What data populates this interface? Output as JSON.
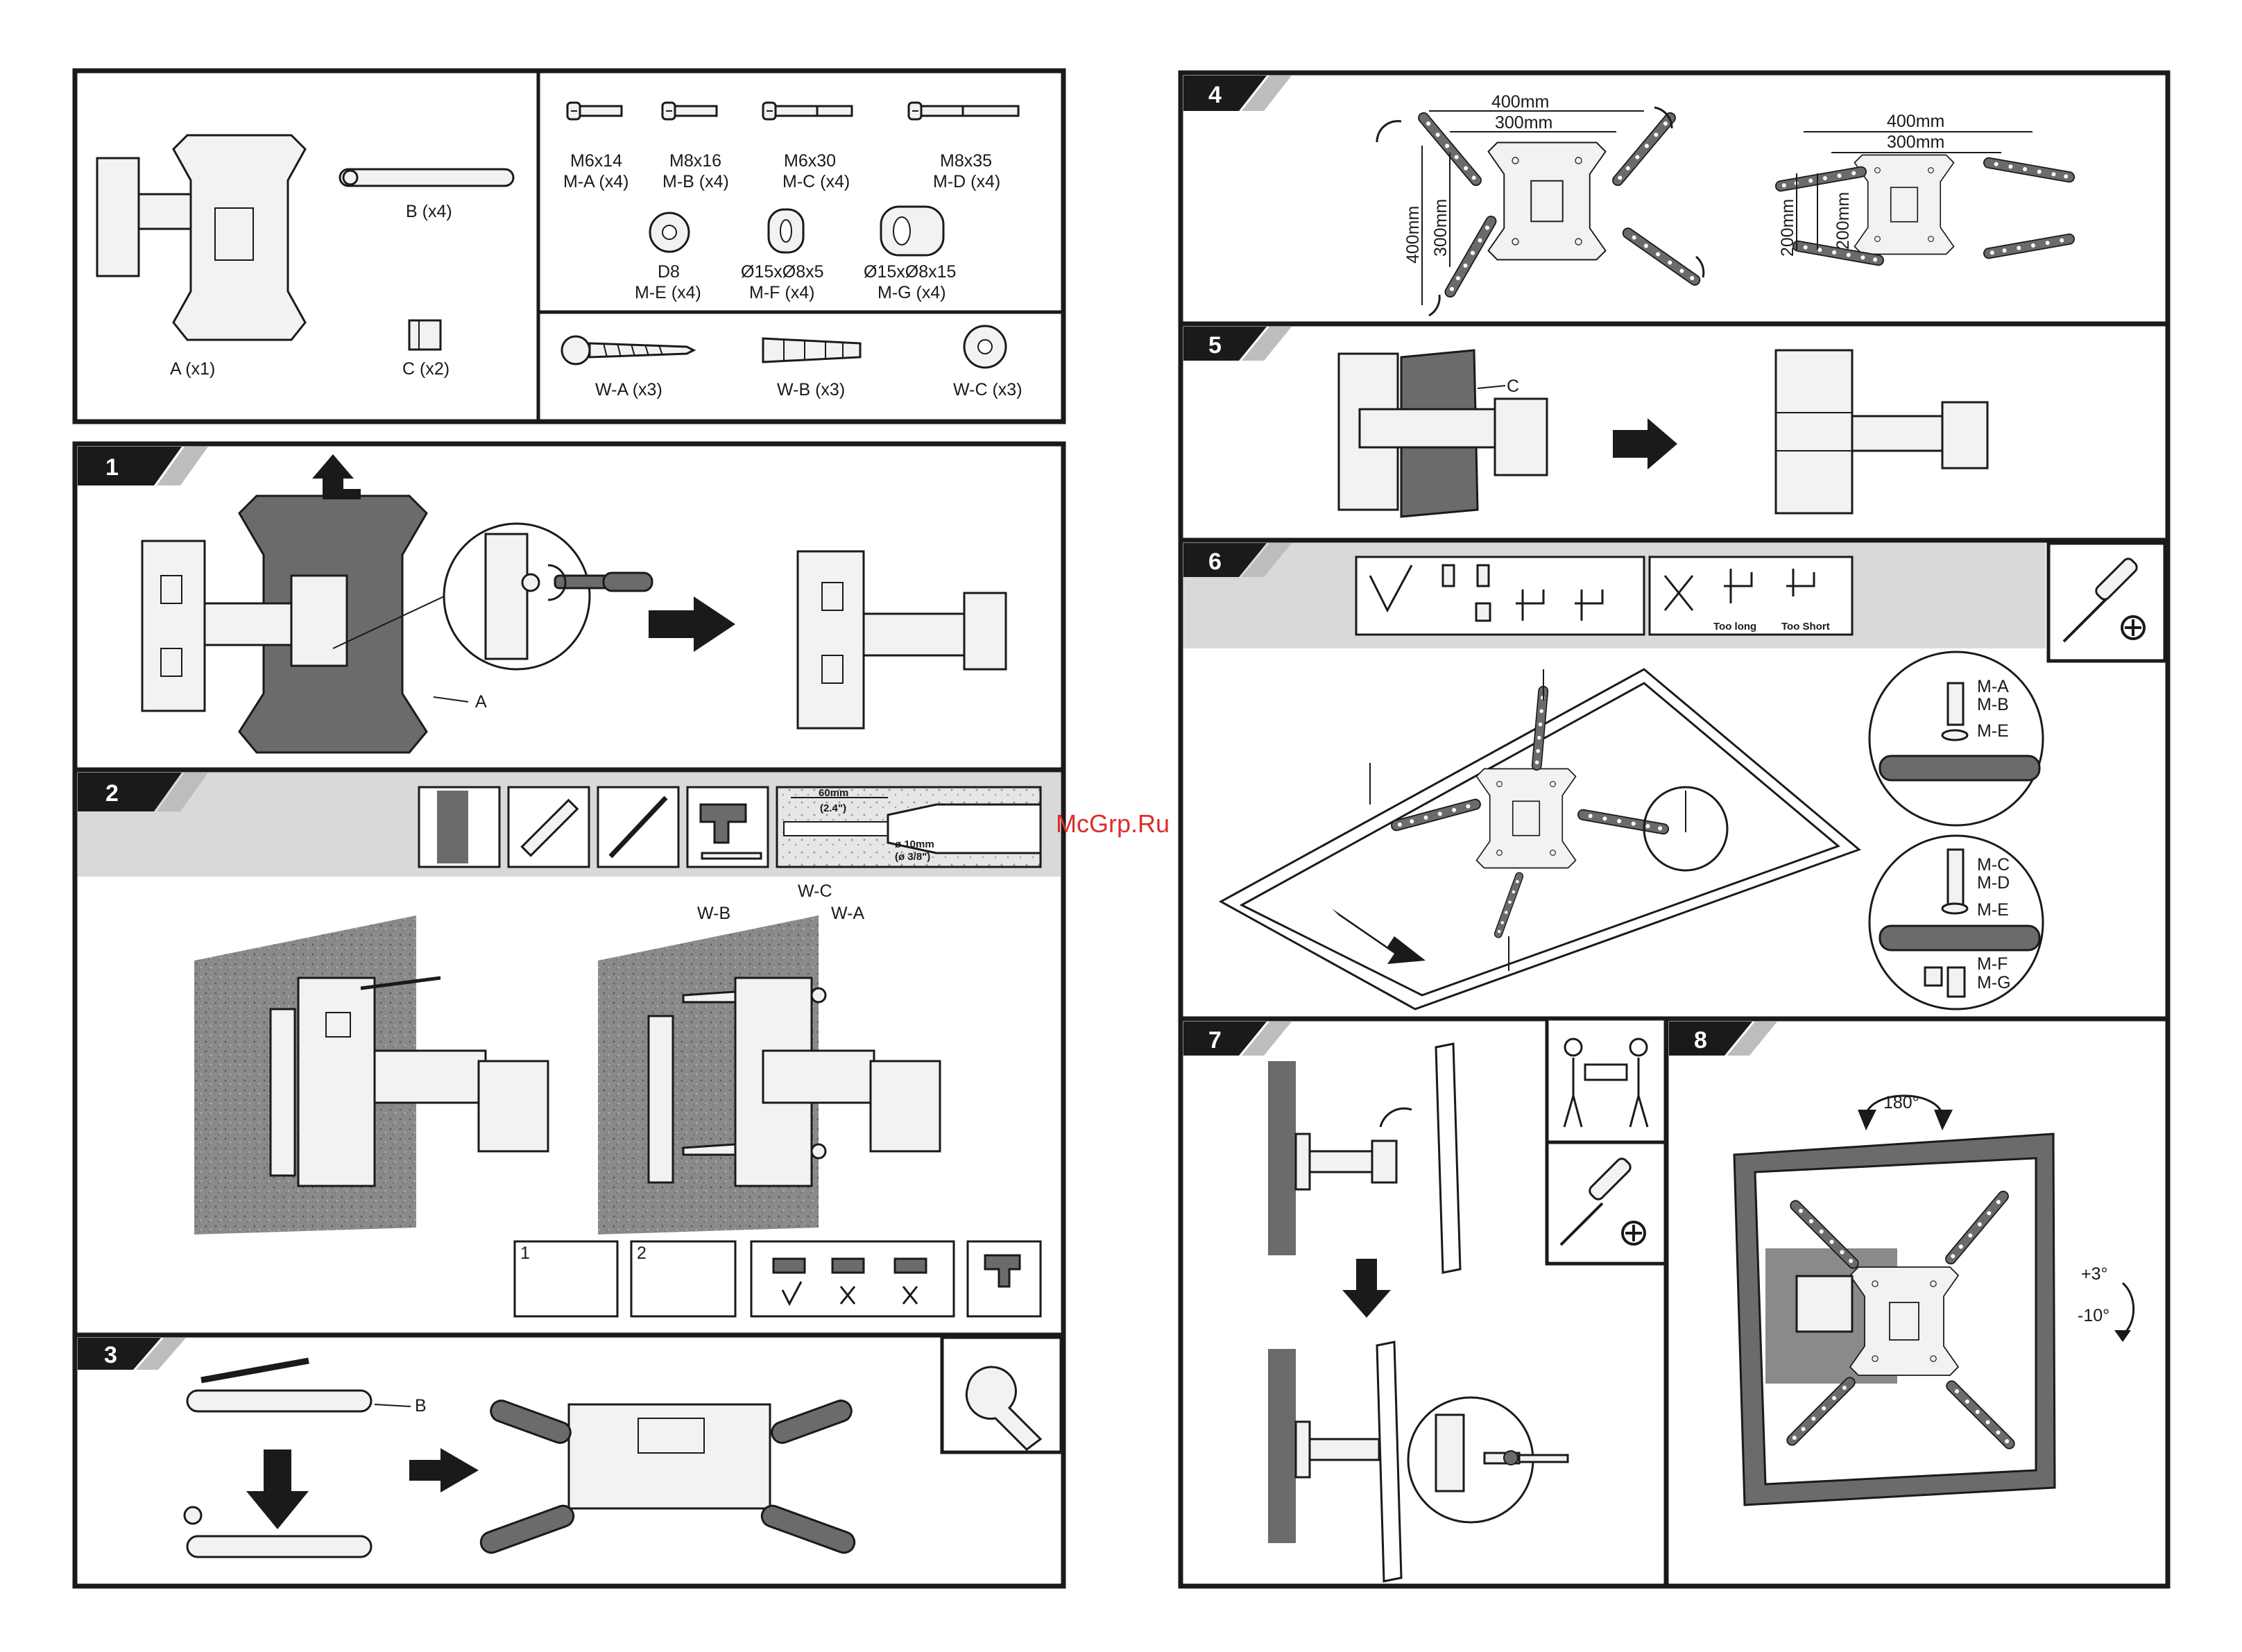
{
  "watermark": "McGrp.Ru",
  "parts_list": {
    "mount_arm": "A (x1)",
    "extension_arms": "B (x4)",
    "spacers": "C (x2)",
    "screws": [
      {
        "size": "M6x14",
        "code": "M-A (x4)"
      },
      {
        "size": "M8x16",
        "code": "M-B (x4)"
      },
      {
        "size": "M6x30",
        "code": "M-C (x4)"
      },
      {
        "size": "M8x35",
        "code": "M-D (x4)"
      }
    ],
    "washers": [
      {
        "size": "D8",
        "code": "M-E (x4)"
      },
      {
        "size": "Ø15xØ8x5",
        "code": "M-F (x4)"
      },
      {
        "size": "Ø15xØ8x15",
        "code": "M-G (x4)"
      }
    ],
    "wall_hardware": [
      {
        "code": "W-A (x3)"
      },
      {
        "code": "W-B (x3)"
      },
      {
        "code": "W-C (x3)"
      }
    ]
  },
  "steps": {
    "s1": {
      "number": "1",
      "part_label": "A"
    },
    "s2": {
      "number": "2",
      "drill_depth": "60mm",
      "drill_depth_in": "(2.4\")",
      "drill_dia": "ø 10mm",
      "drill_dia_in": "(ø 3/8\")",
      "labels": [
        "W-B",
        "W-C",
        "W-A"
      ],
      "marks": [
        "1",
        "2"
      ]
    },
    "s3": {
      "number": "3",
      "part_label": "B"
    },
    "s4": {
      "number": "4",
      "dims": [
        "400mm",
        "300mm",
        "400mm",
        "300mm",
        "400mm",
        "300mm",
        "200mm",
        "200mm"
      ]
    },
    "s5": {
      "number": "5",
      "part_label": "C"
    },
    "s6": {
      "number": "6",
      "too_long": "Too long",
      "too_short": "Too Short",
      "inset_top": [
        "M-A",
        "M-B",
        "M-E"
      ],
      "inset_bottom": [
        "M-C",
        "M-D",
        "M-E",
        "M-F",
        "M-G"
      ]
    },
    "s7": {
      "number": "7"
    },
    "s8": {
      "number": "8",
      "rotation": "180°",
      "tilt_up": "+3°",
      "tilt_down": "-10°"
    }
  }
}
